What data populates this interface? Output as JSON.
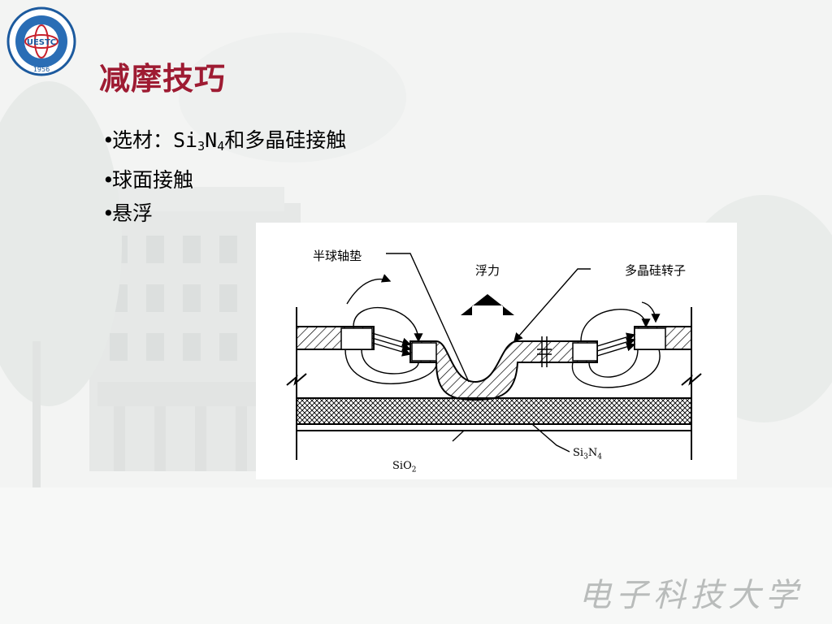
{
  "logo": {
    "abbr": "UESTC",
    "year": "1956"
  },
  "title": "减摩技巧",
  "bullets": [
    {
      "prefix": "选材：Si",
      "sub1": "3",
      "mid": "N",
      "sub2": "4",
      "suffix": "和多晶硅接触"
    },
    {
      "text": "球面接触"
    },
    {
      "text": "悬浮"
    }
  ],
  "figure": {
    "labels": {
      "hemisphere_bearing": "半球轴垫",
      "buoyancy": "浮力",
      "polysilicon_rotor": "多晶硅转子"
    },
    "sio2": {
      "base": "SiO",
      "sub": "2"
    },
    "si3n4": {
      "a": "Si",
      "sub1": "3",
      "b": "N",
      "sub2": "4"
    }
  },
  "watermark": "电子科技大学",
  "colors": {
    "title": "#9e1b32",
    "logo_blue": "#1c5a9e"
  }
}
